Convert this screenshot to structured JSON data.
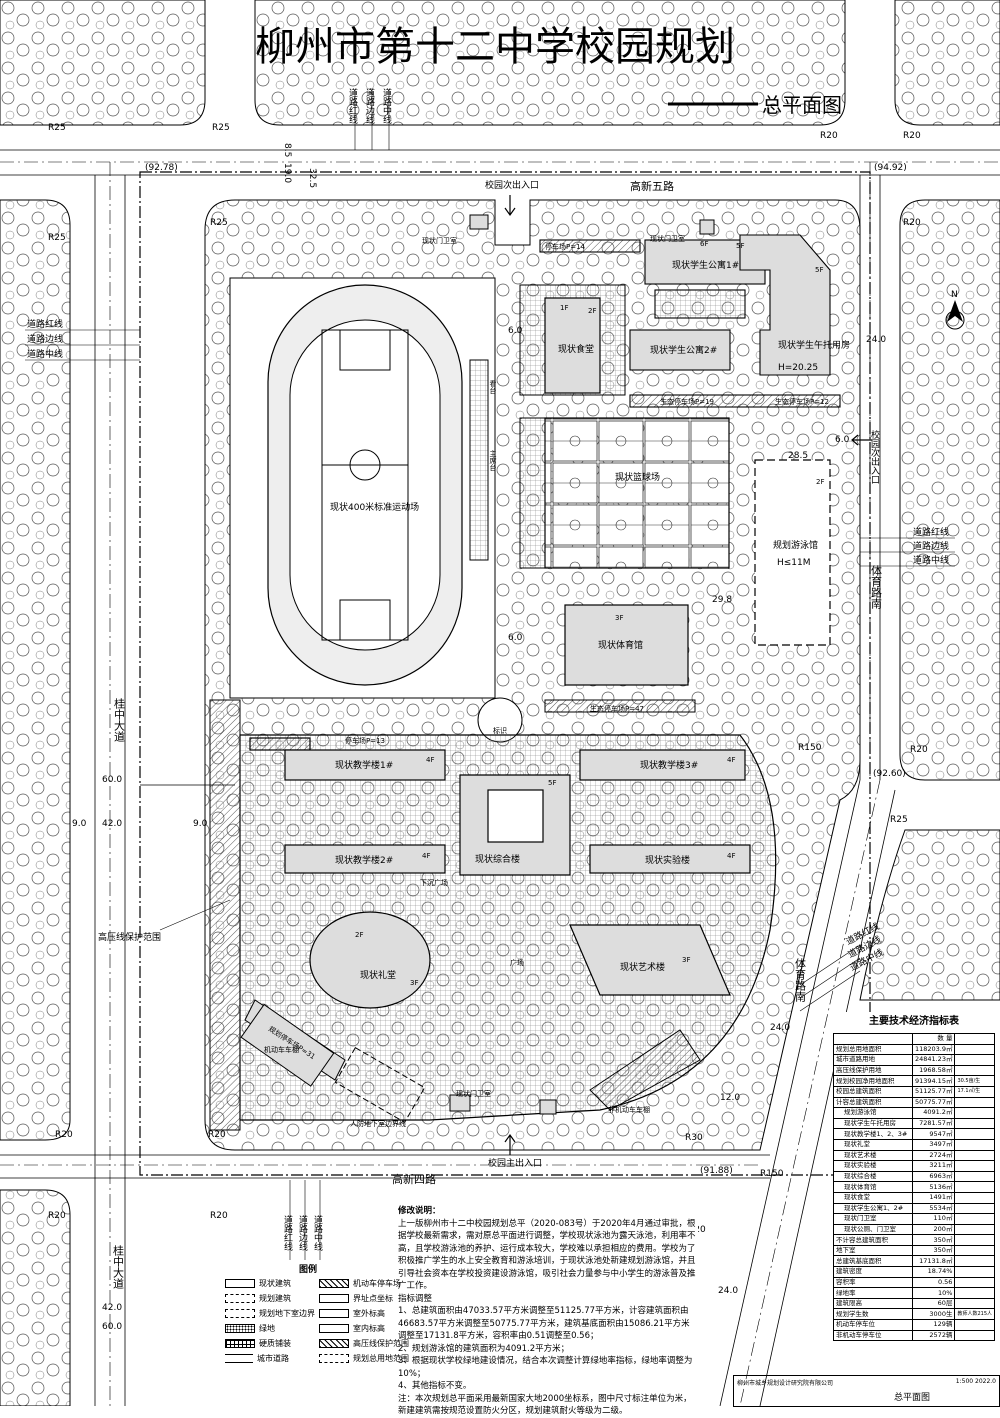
{
  "title": {
    "main": "柳州市第十二中学校园规划",
    "sub": "总平面图"
  },
  "roads": {
    "gaoxin5": "高新五路",
    "gaoxin4": "高新四路",
    "guizhong_top": "桂中大道",
    "guizhong_bottom": "桂中大道",
    "tiyu_upper": "体育路南",
    "tiyu_lower": "体育路南"
  },
  "line_labels": {
    "red": "道路红线",
    "edge": "道路边线",
    "center": "道路中线"
  },
  "radii": {
    "r25": "R25",
    "r20": "R20",
    "r30": "R30",
    "r150": "R150"
  },
  "dims": {
    "d60": "60.0",
    "d42": "42.0",
    "d9": "9.0",
    "d24": "24.0",
    "d12": "12.0",
    "d6": "6.0",
    "d85": "8.5",
    "d19": "19.0",
    "d325": "32.5",
    "d285": "28.5",
    "d298": "29.8",
    "e1": "(92.78)",
    "e2": "(94.92)",
    "e3": "(92.60)",
    "e4": "(91.88)"
  },
  "entries": {
    "north_sub": "校园次出入口",
    "east_sub": "校园次出入口",
    "main": "校园主出入口"
  },
  "buildings": {
    "track": "现状400米标准运动场",
    "canteen": "现状食堂",
    "dorm1": "现状学生公寓1#",
    "dorm2": "现状学生公寓2#",
    "nursery": "现状学生午托用房",
    "nursery_h": "H=20.25",
    "basketball": "现状篮球场",
    "pool": "规划游泳馆",
    "pool_h": "H≤11M",
    "gym": "现状体育馆",
    "teach1": "现状教学楼1#",
    "teach2": "现状教学楼2#",
    "teach3": "现状教学楼3#",
    "complex": "现状综合楼",
    "lab": "现状实验楼",
    "auditorium": "现状礼堂",
    "art": "现状艺术楼",
    "guard_n": "现状门卫室",
    "guard_ne": "现状门卫室",
    "guard_s": "现状门卫室",
    "shelter": "人防地下室边界线",
    "motor_shed": "机动车车棚",
    "bike_shed": "非机动车车棚",
    "hv_zone": "高压线保护范围",
    "landmark": "标识",
    "stand": "看台",
    "podium": "主席台",
    "sunken": "下沉广场",
    "plaza": "广场"
  },
  "floors": {
    "f1": "1F",
    "f2": "2F",
    "f3": "3F",
    "f4": "4F",
    "f5": "5F",
    "f6": "6F"
  },
  "parking": {
    "p14": "停车场P=14",
    "p19": "生态停车场P=19",
    "p12": "生态停车场P=12",
    "p47": "生态停车场P=47",
    "p13": "停车场P=13",
    "p31": "规划停车场P=31"
  },
  "econ_table": {
    "title": "主要技术经济指标表",
    "col_value": "数 量",
    "rows": [
      {
        "name": "规划总用地面积",
        "value": "118203.9㎡",
        "note": ""
      },
      {
        "name": "城市道路用地",
        "value": "24841.23㎡",
        "note": ""
      },
      {
        "name": "高压线保护用地",
        "value": "1968.58㎡",
        "note": ""
      },
      {
        "name": "规划校园净用地面积",
        "value": "91394.15㎡",
        "note": "30.5亩/生"
      },
      {
        "name": "校园总建筑面积",
        "value": "51125.77㎡",
        "note": "17.1㎡/生"
      },
      {
        "name": "计容总建筑面积",
        "value": "50775.77㎡",
        "note": ""
      },
      {
        "name": "规划游泳馆",
        "value": "4091.2㎡",
        "note": ""
      },
      {
        "name": "现状学生午托用房",
        "value": "7281.57㎡",
        "note": ""
      },
      {
        "name": "现状教学楼1、2、3#",
        "value": "9547㎡",
        "note": ""
      },
      {
        "name": "现状礼堂",
        "value": "3497㎡",
        "note": ""
      },
      {
        "name": "现状艺术楼",
        "value": "2724㎡",
        "note": ""
      },
      {
        "name": "现状实验楼",
        "value": "3211㎡",
        "note": ""
      },
      {
        "name": "现状综合楼",
        "value": "6963㎡",
        "note": ""
      },
      {
        "name": "现状体育馆",
        "value": "5136㎡",
        "note": ""
      },
      {
        "name": "现状食堂",
        "value": "1491㎡",
        "note": ""
      },
      {
        "name": "现状学生公寓1、2#",
        "value": "5534㎡",
        "note": ""
      },
      {
        "name": "现状门卫室",
        "value": "110㎡",
        "note": ""
      },
      {
        "name": "现状公厕、门卫室",
        "value": "200㎡",
        "note": ""
      },
      {
        "name": "不计容总建筑面积",
        "value": "350㎡",
        "note": ""
      },
      {
        "name": "地下室",
        "value": "350㎡",
        "note": ""
      },
      {
        "name": "总建筑基底面积",
        "value": "17131.8㎡",
        "note": ""
      },
      {
        "name": "建筑密度",
        "value": "18.74%",
        "note": ""
      },
      {
        "name": "容积率",
        "value": "0.56",
        "note": ""
      },
      {
        "name": "绿地率",
        "value": "10%",
        "note": ""
      },
      {
        "name": "建筑限高",
        "value": "60层",
        "note": ""
      },
      {
        "name": "规划学生数",
        "value": "3000生",
        "note": "教师人数215人"
      },
      {
        "name": "机动车停车位",
        "value": "129辆",
        "note": ""
      },
      {
        "name": "非机动车停车位",
        "value": "2572辆",
        "note": ""
      }
    ]
  },
  "notes": {
    "heading": "修改说明：",
    "p1": "上一版柳州市十二中校园规划总平（2020-083号）于2020年4月通过审批，根据学校最新需求，需对原总平面进行调整，学校现状泳池为露天泳池，利用率不高，且学校游泳池的养护、运行成本较大，学校难以承担相应的费用。学校为了积极推广学生的水上安全教育和游泳培训，于现状泳池处新建规划游泳馆，并且引导社会资本在学校投资建设游泳馆，吸引社会力量参与中小学生的游泳普及推广工作。",
    "sub1": "指标调整",
    "p2": "1、总建筑面积由47033.57平方米调整至51125.77平方米，计容建筑面积由46683.57平方米调整至50775.77平方米，建筑基底面积由15086.21平方米调整至17131.8平方米，容积率由0.51调整至0.56；",
    "p3": "2、规划游泳馆的建筑面积为4091.2平方米；",
    "p4": "3、根据现状学校绿地建设情况，结合本次调整计算绿地率指标，绿地率调整为10%；",
    "p5": "4、其他指标不变。",
    "p6": "注：本次规划总平面采用最新国家大地2000坐标系，图中尺寸标注单位为米，新建建筑需按规范设置防火分区，规划建筑耐火等级为二级。"
  },
  "legend": {
    "title": "图例",
    "items": [
      {
        "id": "a",
        "label": "现状建筑",
        "style": "box"
      },
      {
        "id": "b",
        "label": "机动车停车场",
        "style": "hatch"
      },
      {
        "id": "c",
        "label": "规划建筑",
        "style": "dash"
      },
      {
        "id": "d",
        "label": "界址点坐标",
        "style": "box"
      },
      {
        "id": "e",
        "label": "规划地下室边界",
        "style": "dash"
      },
      {
        "id": "f",
        "label": "室外标高",
        "style": "box"
      },
      {
        "id": "g",
        "label": "绿地",
        "style": "dots"
      },
      {
        "id": "h",
        "label": "室内标高",
        "style": "box"
      },
      {
        "id": "i",
        "label": "硬质铺装",
        "style": "grid2"
      },
      {
        "id": "j",
        "label": "高压线保护范围",
        "style": "hatch"
      },
      {
        "id": "k",
        "label": "城市道路",
        "style": "road"
      },
      {
        "id": "l",
        "label": "规划总用地范围",
        "style": "dash"
      }
    ]
  },
  "title_block": {
    "org": "柳州市城乡规划设计研究院有限公司",
    "sheet": "总平面图",
    "scale": "1:500",
    "date": "2022.0"
  }
}
